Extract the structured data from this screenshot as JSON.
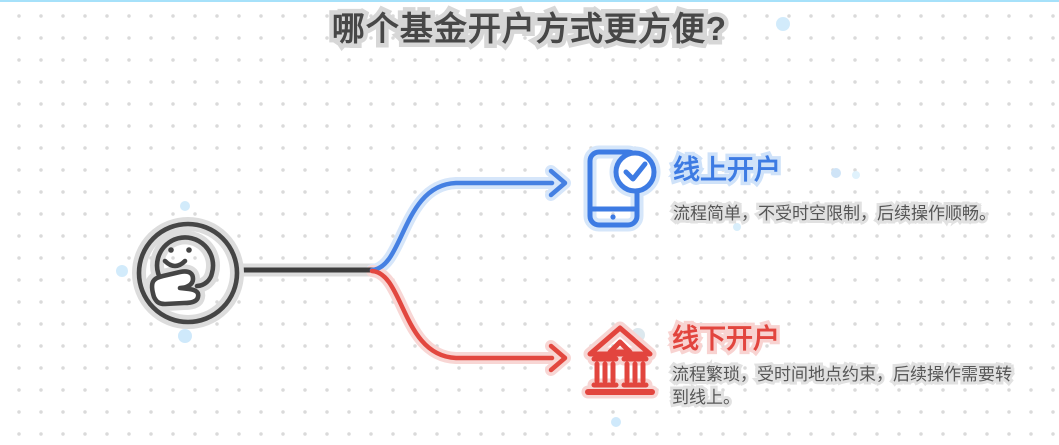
{
  "title": "哪个基金开户方式更方便?",
  "root": {
    "icon": "thinking-face"
  },
  "branches": {
    "online": {
      "label": "线上开户",
      "description": "流程简单，不受时空限制，后续操作顺畅。",
      "accent_color": "#3d7be3",
      "halo_color": "#cfe2f9",
      "icon": "phone-check"
    },
    "offline": {
      "label": "线下开户",
      "description": "流程繁琐，受时间地点约束，后续操作需要转到线上。",
      "accent_color": "#e2453e",
      "halo_color": "#f8d3d1",
      "icon": "bank"
    }
  },
  "colors": {
    "title_text": "#474747",
    "connector_root": "#3d3d3d",
    "connector_online": "#4580e2",
    "connector_offline": "#e2473f",
    "grid_dot": "#dadada",
    "top_border": "#a6e1fa"
  }
}
